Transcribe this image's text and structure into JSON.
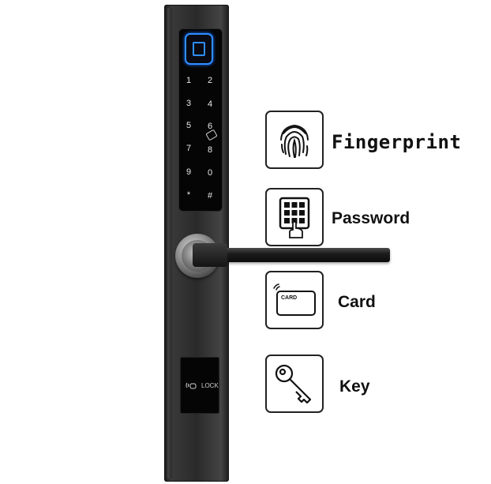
{
  "lock": {
    "keypad": {
      "keys": [
        "1",
        "2",
        "3",
        "4",
        "5",
        "6",
        "7",
        "8",
        "9",
        "0",
        "*",
        "#"
      ]
    },
    "rfid_label": "LOCK",
    "sensor_color": "#2f8fff"
  },
  "features": [
    {
      "label": "Fingerprint",
      "icon": "fingerprint-icon"
    },
    {
      "label": "Password",
      "icon": "keypad-icon"
    },
    {
      "label": "Card",
      "icon": "card-icon",
      "icon_text": "CARD"
    },
    {
      "label": "Key",
      "icon": "key-icon"
    }
  ]
}
